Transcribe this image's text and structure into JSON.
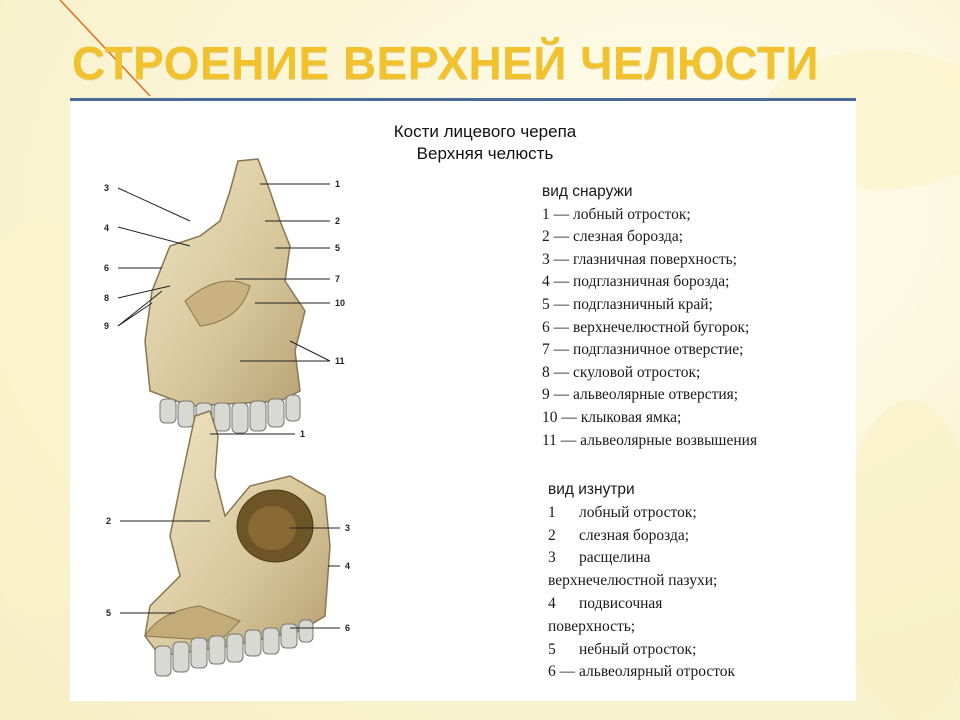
{
  "slide": {
    "title": "СТРОЕНИЕ ВЕРХНЕЙ ЧЕЛЮСТИ",
    "title_color": "#f2c12e",
    "accent_line_color": "#e07020",
    "panel_border_color": "#4a6a9a"
  },
  "figure": {
    "title_line1": "Кости лицевого черепа",
    "title_line2": "Верхняя челюсть",
    "outer_view": {
      "labels": [
        "1",
        "2",
        "3",
        "4",
        "5",
        "6",
        "7",
        "8",
        "9",
        "10",
        "11"
      ]
    },
    "inner_view": {
      "labels": [
        "1",
        "2",
        "3",
        "4",
        "5",
        "6"
      ]
    }
  },
  "legend_outer": {
    "heading": "вид снаружи",
    "items": [
      "1 — лобный отросток;",
      "2 — слезная борозда;",
      "3 — глазничная поверхность;",
      "4 — подглазничная борозда;",
      "5 — подглазничный край;",
      "6 — верхнечелюстной бугорок;",
      "7 — подглазничное отверстие;",
      "8 — скуловой отросток;",
      "9 — альвеолярные отверстия;",
      "10 — клыковая ямка;",
      "11 — альвеолярные возвышения"
    ]
  },
  "legend_inner": {
    "heading": "вид изнутри",
    "items": [
      "1      лобный отросток;",
      "2      слезная борозда;",
      "3      расщелина",
      "верхнечелюстной пазухи;",
      "4      подвисочная",
      "поверхность;",
      "5      небный отросток;",
      "6 — альвеолярный отросток"
    ]
  }
}
